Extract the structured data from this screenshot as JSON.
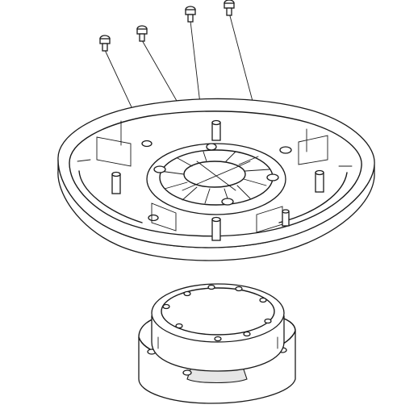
{
  "figure": {
    "subject": "exploded-assembly-line-drawing",
    "parts": [
      {
        "id": "screws",
        "count": 4
      },
      {
        "id": "base-tray"
      },
      {
        "id": "cylindrical-housing"
      }
    ]
  },
  "style": {
    "line_color": "#1a1a1a",
    "fill_shade": "#e6e6e6",
    "background": "#ffffff"
  }
}
